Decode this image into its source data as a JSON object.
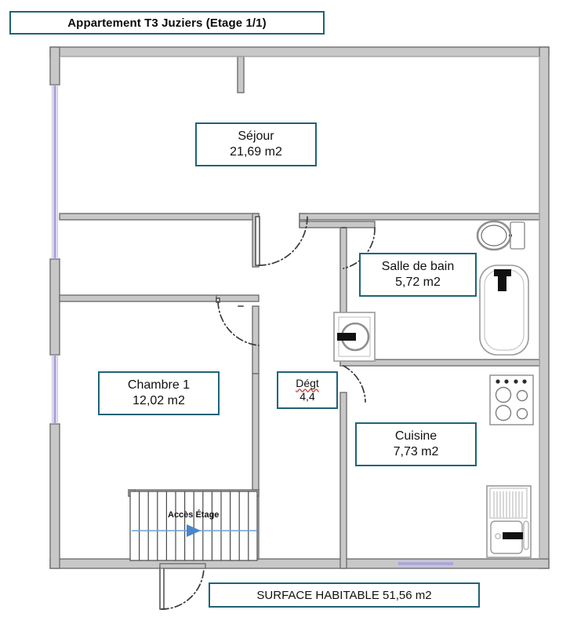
{
  "title": {
    "text": "Appartement T3 Juziers (Etage 1/1)"
  },
  "surface": {
    "text": "SURFACE HABITABLE 51,56 m2"
  },
  "colors": {
    "label_border": "#1f6377",
    "wall_fill": "#c9c9c9",
    "wall_stroke": "#6e6e6e",
    "window": "#a9a4d8",
    "door_arc": "#3a3a3a",
    "arrow": "#4a86c8",
    "fixture_stroke": "#8a8a8a",
    "fixture_dark": "#111111"
  },
  "rooms": [
    {
      "id": "sejour",
      "name": "Séjour",
      "area": "21,69 m2"
    },
    {
      "id": "salle-de-bain",
      "name": "Salle de bain",
      "area": "5,72 m2"
    },
    {
      "id": "chambre-1",
      "name": "Chambre 1",
      "area": "12,02 m2"
    },
    {
      "id": "degt",
      "name": "Dégt",
      "area": "4,4"
    },
    {
      "id": "cuisine",
      "name": "Cuisine",
      "area": "7,73 m2"
    }
  ],
  "stairs": {
    "label": "Accès Étage",
    "tread_count": 14
  },
  "fixtures": [
    {
      "name": "toilet",
      "room": "salle-de-bain"
    },
    {
      "name": "bathtub",
      "room": "salle-de-bain"
    },
    {
      "name": "washbasin",
      "room": "salle-de-bain"
    },
    {
      "name": "cooktop",
      "room": "cuisine"
    },
    {
      "name": "kitchen-sink",
      "room": "cuisine"
    }
  ],
  "openings": [
    {
      "name": "window-sejour-west",
      "type": "window"
    },
    {
      "name": "window-chambre-west",
      "type": "window"
    },
    {
      "name": "window-cuisine-south",
      "type": "window"
    },
    {
      "name": "door-sejour",
      "type": "door"
    },
    {
      "name": "door-salle-de-bain",
      "type": "door"
    },
    {
      "name": "door-chambre-1",
      "type": "door"
    },
    {
      "name": "door-cuisine",
      "type": "door"
    },
    {
      "name": "door-entry",
      "type": "door"
    }
  ]
}
